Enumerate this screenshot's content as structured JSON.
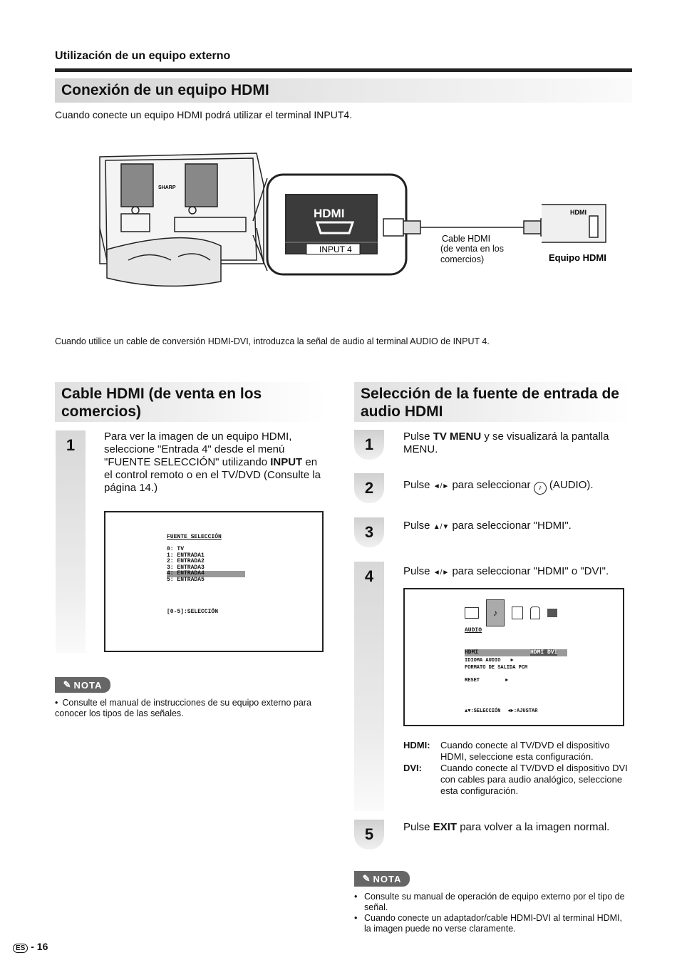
{
  "header": {
    "section": "Utilización de un equipo externo"
  },
  "hdmi_connection": {
    "title": "Conexión de un equipo HDMI",
    "intro": "Cuando conecte un equipo HDMI podrá utilizar el terminal INPUT4.",
    "diagram": {
      "brand": "SHARP",
      "port_logo": "HDMI",
      "port_label": "INPUT 4",
      "cable_label": "Cable HDMI",
      "cable_sub": "(de venta en los comercios)",
      "device_label": "Equipo HDMI",
      "device_logo": "HDMI"
    },
    "dvi_note": "Cuando utilice un cable de conversión HDMI-DVI, introduzca la señal de audio al terminal AUDIO de INPUT 4."
  },
  "cable_section": {
    "title_line1": "Cable HDMI (de venta en los",
    "title_line2": "comercios)",
    "step1": {
      "num": "1",
      "text_a": "Para ver la imagen de un equipo HDMI, seleccione \"Entrada 4\" desde el menú \"FUENTE SELECCIÓN\" utilizando ",
      "text_bold": "INPUT",
      "text_b": " en el control remoto o en el TV/DVD (Consulte la página 14.)"
    },
    "screen": {
      "title": "FUENTE SELECCIÓN",
      "items": [
        "0: TV",
        "1: ENTRADA1",
        "2: ENTRADA2",
        "3: ENTRADA3",
        "4: ENTRADA4",
        "5: ENTRADA5"
      ],
      "footer": "[0-5]:SELECCIÓN"
    },
    "nota_label": "NOTA",
    "nota_bullet": "Consulte el manual de instrucciones de su equipo externo para conocer los tipos de las señales."
  },
  "audio_section": {
    "title_line1": "Selección de la fuente de entrada de",
    "title_line2": "audio HDMI",
    "step1": {
      "num": "1",
      "a": "Pulse ",
      "bold": "TV MENU",
      "b": " y se visualizará la pantalla MENU."
    },
    "step2": {
      "num": "2",
      "a": "Pulse ",
      "arrows": "◄/►",
      "b": " para seleccionar ",
      "c": " (AUDIO)."
    },
    "step3": {
      "num": "3",
      "a": "Pulse ",
      "arrows": "▲/▼",
      "b": " para seleccionar \"HDMI\"."
    },
    "step4": {
      "num": "4",
      "a": "Pulse ",
      "arrows": "◄/►",
      "b": " para seleccionar \"HDMI\" o \"DVI\"."
    },
    "screen": {
      "tab_label": "AUDIO",
      "row1_left": "HDMI",
      "row1_right": "HDMI DVI",
      "row2_left": "IDIOMA AUDIO",
      "row3_left": "FORMATO DE SALIDA",
      "row3_right": "PCM",
      "row4_left": "RESET",
      "footer_left": "▲▼:SELECCIÓN",
      "footer_right": "◄►:AJUSTAR"
    },
    "defs": [
      {
        "term": "HDMI:",
        "desc": "Cuando conecte al TV/DVD el dispositivo HDMI, seleccione esta configuración."
      },
      {
        "term": "DVI:",
        "desc": "Cuando conecte al TV/DVD el dispositivo DVI con cables para audio analógico, seleccione esta configuración."
      }
    ],
    "step5": {
      "num": "5",
      "a": "Pulse ",
      "bold": "EXIT",
      "b": " para volver a la imagen normal."
    },
    "nota_label": "NOTA",
    "nota_bullets": [
      "Consulte su manual de operación de equipo externo por el tipo de señal.",
      "Cuando conecte un adaptador/cable HDMI-DVI al terminal HDMI, la imagen puede no verse claramente."
    ]
  },
  "footer": {
    "lang": "ES",
    "page": "- 16"
  }
}
